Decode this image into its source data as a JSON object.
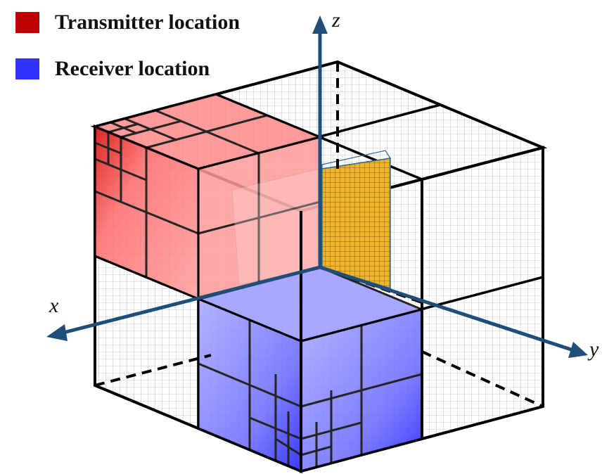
{
  "legend": [
    {
      "label": "Transmitter location",
      "color": "#c00000"
    },
    {
      "label": "Receiver location",
      "color": "#3333ff"
    }
  ],
  "axes": {
    "x": "x",
    "y": "y",
    "z": "z"
  },
  "colors": {
    "transmitter_fill": "#ff8080",
    "receiver_fill": "#8080ff",
    "array_fill": "#f0b020",
    "axis": "#1f4e79",
    "edge": "#000000",
    "grid": "#999999"
  }
}
